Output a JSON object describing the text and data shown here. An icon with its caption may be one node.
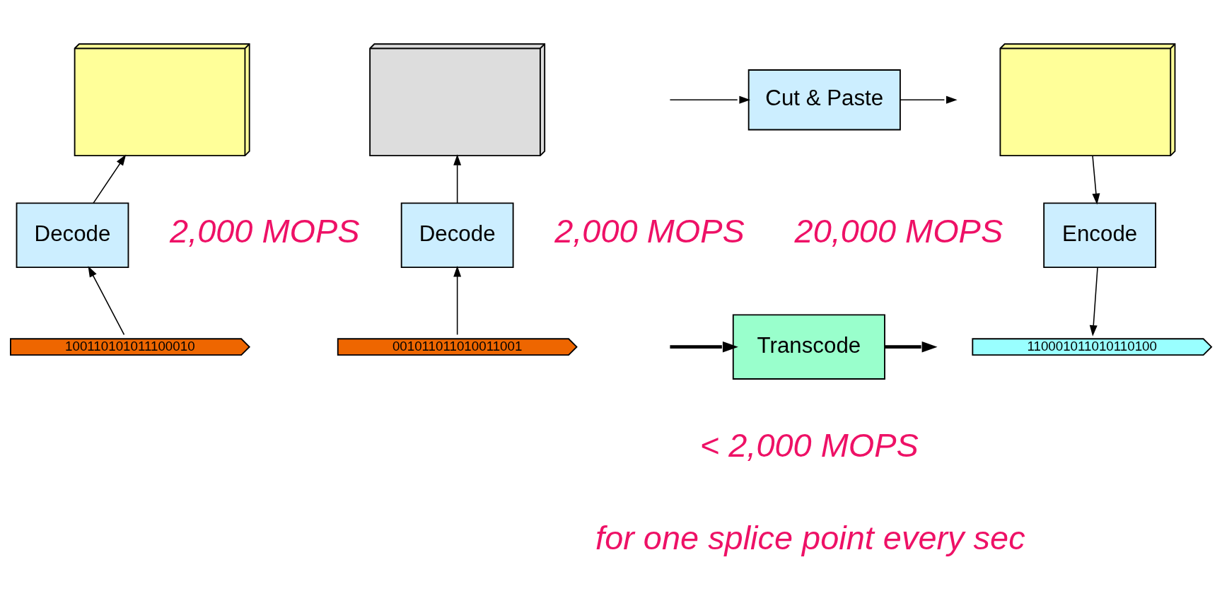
{
  "diagram": {
    "nodes": [
      {
        "text": [],
        "shape": "box"
      },
      {
        "text": [],
        "shape": "box"
      },
      {
        "text": [
          "Cut & Paste"
        ]
      },
      {
        "text": [],
        "shape": "box"
      },
      {
        "text": [
          "Decode"
        ]
      },
      {
        "text": [
          "Decode"
        ]
      },
      {
        "text": [
          "Encode"
        ]
      },
      {
        "text": [
          "100110101011100010"
        ]
      },
      {
        "text": [
          "001011011010011001"
        ]
      },
      {
        "text": [
          "Transcode"
        ]
      },
      {
        "text": [
          "110001011010110100"
        ]
      }
    ],
    "edges": [
      {
        "from": 7,
        "to": 4,
        "arrow": "to"
      },
      {
        "from": 4,
        "to": 0,
        "arrow": "to"
      },
      {
        "from": 8,
        "to": 5,
        "arrow": "to"
      },
      {
        "from": 5,
        "to": 1,
        "arrow": "to"
      },
      {
        "from": 3,
        "to": 6,
        "arrow": "to"
      },
      {
        "from": 6,
        "to": 10,
        "arrow": "to"
      },
      {
        "from": null,
        "to": 2,
        "arrow": "to"
      },
      {
        "from": 2,
        "to": null,
        "arrow": "to"
      },
      {
        "from": null,
        "to": 9,
        "arrow": "to",
        "style": "thick"
      },
      {
        "from": 9,
        "to": null,
        "arrow": "to",
        "style": "thick"
      }
    ],
    "labels": [
      "2,000 MOPS",
      "2,000 MOPS",
      "20,000 MOPS",
      "< 2,000 MOPS",
      "for one splice point every sec"
    ]
  }
}
